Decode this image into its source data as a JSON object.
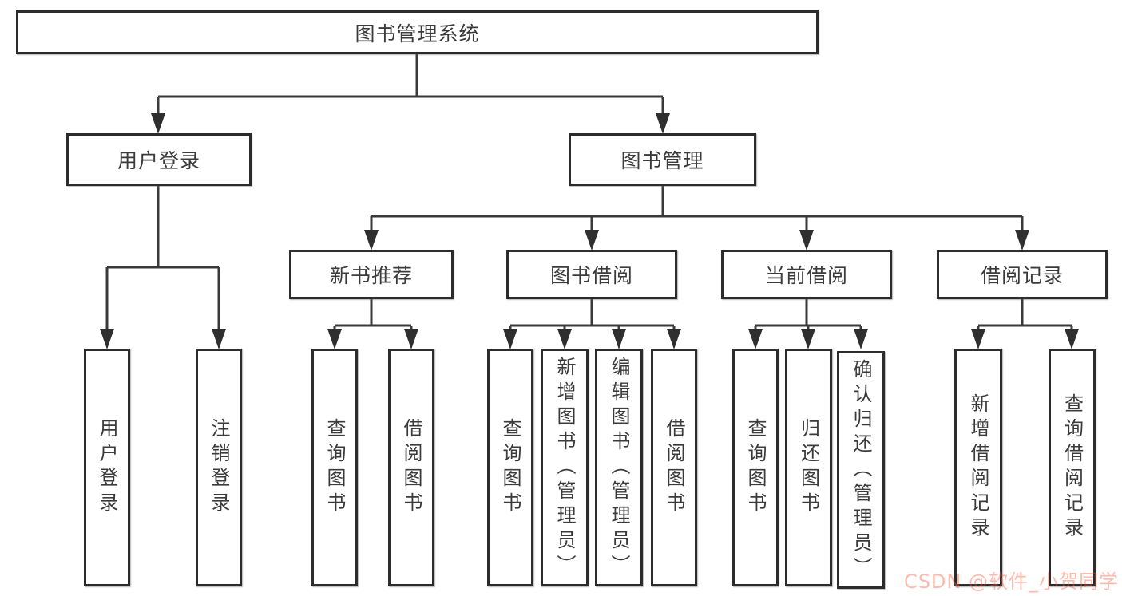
{
  "tree": {
    "label": "图书管理系统",
    "children": [
      {
        "label": "用户登录",
        "children": [
          {
            "label": "用户登录"
          },
          {
            "label": "注销登录"
          }
        ]
      },
      {
        "label": "图书管理",
        "children": [
          {
            "label": "新书推荐",
            "children": [
              {
                "label": "查询图书"
              },
              {
                "label": "借阅图书"
              }
            ]
          },
          {
            "label": "图书借阅",
            "children": [
              {
                "label": "查询图书"
              },
              {
                "label": "新增图书（管理员）"
              },
              {
                "label": "编辑图书（管理员）"
              },
              {
                "label": "借阅图书"
              }
            ]
          },
          {
            "label": "当前借阅",
            "children": [
              {
                "label": "查询图书"
              },
              {
                "label": "归还图书"
              },
              {
                "label": "确认归还（管理员）"
              }
            ]
          },
          {
            "label": "借阅记录",
            "children": [
              {
                "label": "新增借阅记录"
              },
              {
                "label": "查询借阅记录"
              }
            ]
          }
        ]
      }
    ]
  },
  "watermark": {
    "text": "CSDN @软件_小贺同学",
    "brand_color": "#fc5531"
  }
}
